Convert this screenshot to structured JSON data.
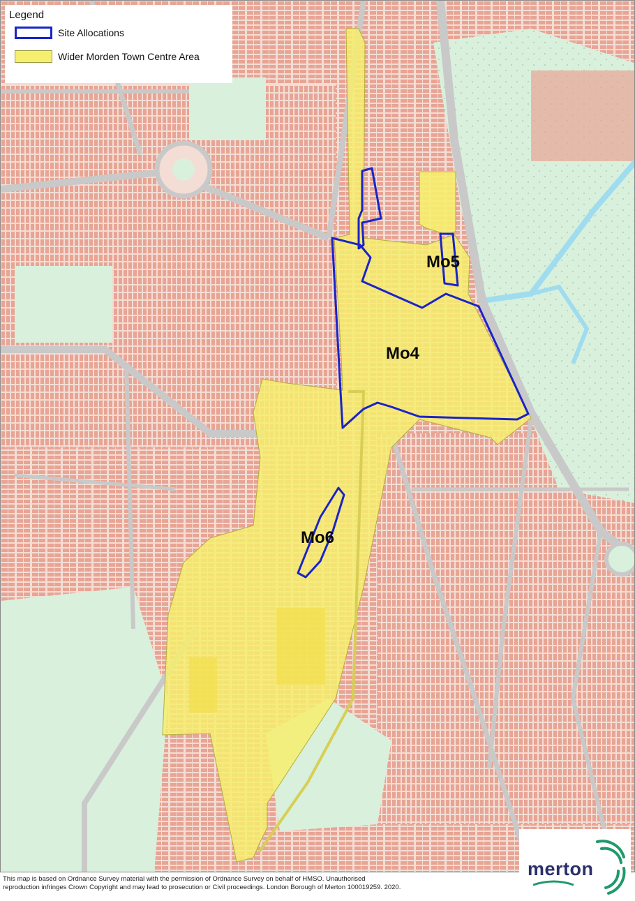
{
  "legend": {
    "title": "Legend",
    "items": [
      {
        "label": "Site Allocations",
        "outline_color": "#1a24c8"
      },
      {
        "label": "Wider Morden Town Centre Area",
        "fill_color": "#f6ee6e"
      }
    ]
  },
  "sites": [
    {
      "id": "Mo4"
    },
    {
      "id": "Mo5"
    },
    {
      "id": "Mo6"
    }
  ],
  "footer": {
    "line1": "This map is based on Ordnance Survey material with the permission of Ordnance Survey on behalf of HMSO. Unauthorised",
    "line2": "reproduction infringes Crown Copyright and may lead to prosecution or Civil proceedings. London Borough of Merton 100019259. 2020."
  },
  "logo": {
    "text": "merton",
    "accent_color": "#1f9a6a"
  },
  "colors": {
    "residential": "#f3ddd4",
    "building": "#e8a494",
    "greenspace": "#d9f0dc",
    "road": "#c9c9c9",
    "water": "#9fdcef",
    "town_centre": "#f6ee6e",
    "site_outline": "#1a24c8"
  },
  "icons": [
    "merton-logo-icon"
  ]
}
